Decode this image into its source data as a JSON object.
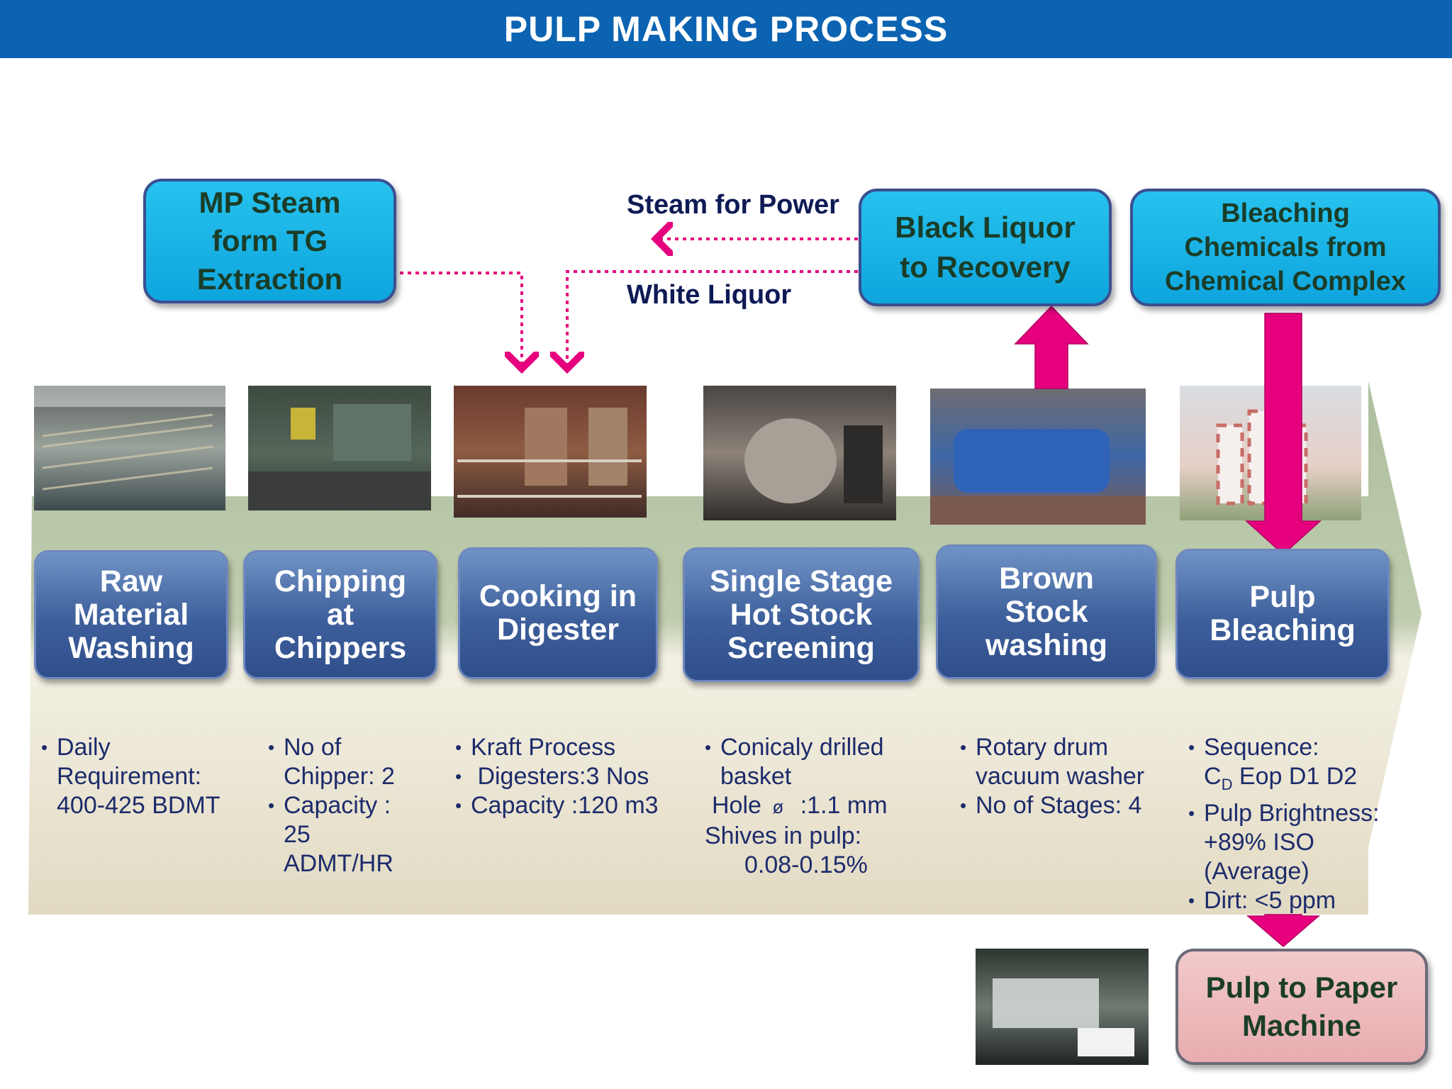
{
  "title": "PULP MAKING PROCESS",
  "top_boxes": {
    "mp_steam": "MP Steam\nform TG\nExtraction",
    "black_liquor": "Black Liquor\nto Recovery",
    "bleaching_chemicals": "Bleaching\nChemicals from\nChemical Complex"
  },
  "flow_labels": {
    "steam_for_power": "Steam for Power",
    "white_liquor": "White Liquor"
  },
  "steps": [
    {
      "label": "Raw\nMaterial\nWashing"
    },
    {
      "label": "Chipping\nat\nChippers"
    },
    {
      "label": "Cooking in\nDigester"
    },
    {
      "label": "Single Stage\nHot Stock\nScreening"
    },
    {
      "label": "Brown\nStock\nwashing"
    },
    {
      "label": "Pulp\nBleaching"
    }
  ],
  "specs": {
    "washing": {
      "b1": "Daily",
      "b1c1": "Requirement:",
      "b1c2": "400-425 BDMT"
    },
    "chipping": {
      "b1": "No of",
      "b1c1": "Chipper: 2",
      "b2": "Capacity :",
      "b2c1": "25",
      "b2c2": "ADMT/HR"
    },
    "cooking": {
      "b1": "Kraft Process",
      "b2": " Digesters:3 Nos",
      "b3": "Capacity :120 m3"
    },
    "screening": {
      "b1": "Conicaly drilled",
      "b1c1": "basket",
      "l2": "Hole",
      "l2_symbol": "ø",
      "l2_value": ":1.1 mm",
      "l3": "Shives in pulp:",
      "l4": "0.08-0.15%"
    },
    "brown_stock": {
      "b1": "Rotary drum",
      "b1c1": "vacuum washer",
      "b2": "No of Stages: 4"
    },
    "bleaching": {
      "b1": "Sequence:",
      "seq_c": "C",
      "seq_sub": "D",
      "seq_rest": " Eop D1 D2",
      "b2": "Pulp Brightness:",
      "b2c1": "+89% ISO",
      "b2c2": "(Average)",
      "b3": "Dirt: <5 ppm"
    }
  },
  "final_box": "Pulp to Paper\nMachine",
  "colors": {
    "title_bar": "#0b63b2",
    "top_box": "#1bb4e6",
    "step_box": "#3d5f9b",
    "band": "#b9c8a8",
    "pink_arrow": "#e6007e",
    "final_box": "#ecbcbe"
  }
}
